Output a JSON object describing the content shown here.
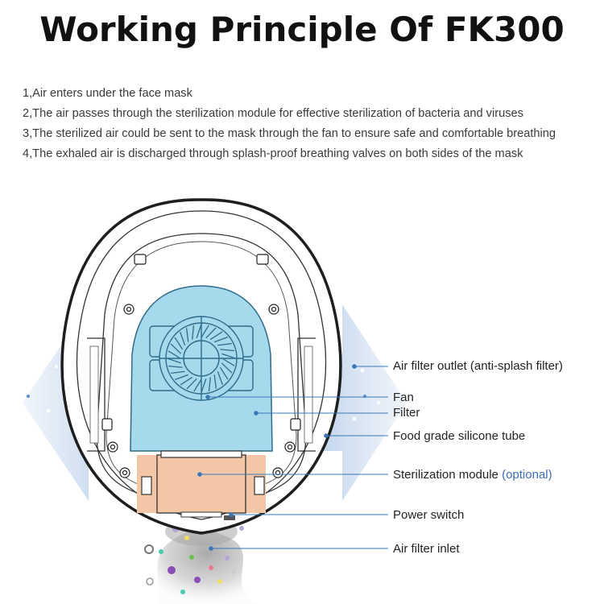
{
  "title": "Working Principle Of FK300",
  "steps": [
    "1,Air enters under the  face mask",
    "2,The air passes through the sterilization module for effective sterilization of bacteria and viruses",
    "3,The sterilized air could be sent to the mask through the fan to ensure safe and comfortable breathing",
    "4,The exhaled air is discharged through splash-proof breathing valves on both sides of the mask"
  ],
  "labels": {
    "air_filter_outlet": "Air filter outlet (anti-splash filter)",
    "fan": "Fan",
    "filter": "Filter",
    "silicone_tube": "Food grade silicone tube",
    "sterilization_module": "Sterilization module",
    "sterilization_optional": "(optional)",
    "power_switch": "Power switch",
    "air_filter_inlet": "Air filter inlet"
  },
  "colors": {
    "filter_blue": "#a7d9ec",
    "module_peach": "#f3c7a6",
    "airflow_blue": "#bcd3ea",
    "leader_line": "#3a78b8",
    "optional_text": "#3c6db3"
  }
}
